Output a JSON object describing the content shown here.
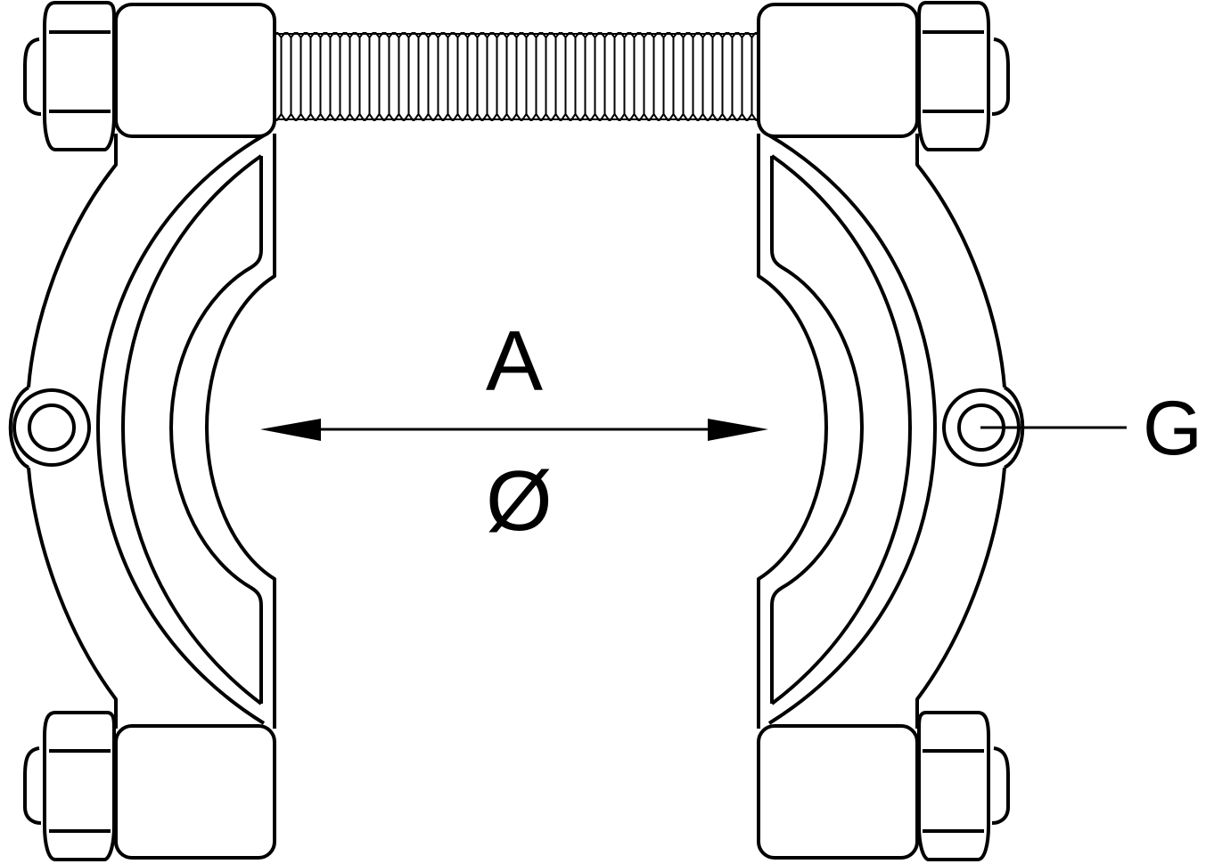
{
  "diagram": {
    "subject": "bearing separator",
    "labels": {
      "dimension_label": "A",
      "diameter_symbol": "Ø",
      "callout_label": "G"
    },
    "colors": {
      "line": "#000000",
      "background": "#ffffff"
    }
  }
}
